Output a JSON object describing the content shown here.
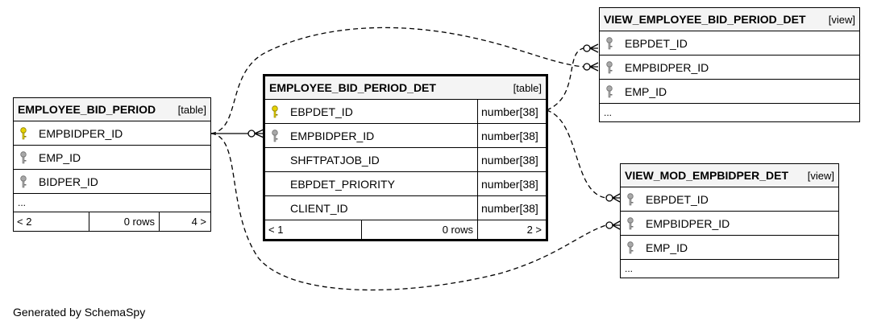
{
  "tables": {
    "employee_bid_period": {
      "name": "EMPLOYEE_BID_PERIOD",
      "type": "[table]",
      "columns": [
        {
          "name": "EMPBIDPER_ID",
          "key": "primary"
        },
        {
          "name": "EMP_ID",
          "key": "foreign"
        },
        {
          "name": "BIDPER_ID",
          "key": "foreign"
        }
      ],
      "more": "...",
      "nav": {
        "left": "< 2",
        "middle": "0 rows",
        "right": "4 >"
      }
    },
    "employee_bid_period_det": {
      "name": "EMPLOYEE_BID_PERIOD_DET",
      "type": "[table]",
      "columns": [
        {
          "name": "EBPDET_ID",
          "key": "primary",
          "type": "number[38]"
        },
        {
          "name": "EMPBIDPER_ID",
          "key": "foreign",
          "type": "number[38]"
        },
        {
          "name": "SHFTPATJOB_ID",
          "key": "none",
          "type": "number[38]"
        },
        {
          "name": "EBPDET_PRIORITY",
          "key": "none",
          "type": "number[38]"
        },
        {
          "name": "CLIENT_ID",
          "key": "none",
          "type": "number[38]"
        }
      ],
      "nav": {
        "left": "< 1",
        "middle": "0 rows",
        "right": "2 >"
      }
    },
    "view_employee_bid_period_det": {
      "name": "VIEW_EMPLOYEE_BID_PERIOD_DET",
      "type": "[view]",
      "columns": [
        {
          "name": "EBPDET_ID",
          "key": "foreign"
        },
        {
          "name": "EMPBIDPER_ID",
          "key": "foreign"
        },
        {
          "name": "EMP_ID",
          "key": "foreign"
        }
      ],
      "more": "..."
    },
    "view_mod_empbidper_det": {
      "name": "VIEW_MOD_EMPBIDPER_DET",
      "type": "[view]",
      "columns": [
        {
          "name": "EBPDET_ID",
          "key": "foreign"
        },
        {
          "name": "EMPBIDPER_ID",
          "key": "foreign"
        },
        {
          "name": "EMP_ID",
          "key": "foreign"
        }
      ],
      "more": "..."
    }
  },
  "colors": {
    "primary_key": "#e6d200",
    "foreign_key": "#a8a8a8",
    "header_bg": "#f4f4f4"
  },
  "footer": "Generated by SchemaSpy"
}
